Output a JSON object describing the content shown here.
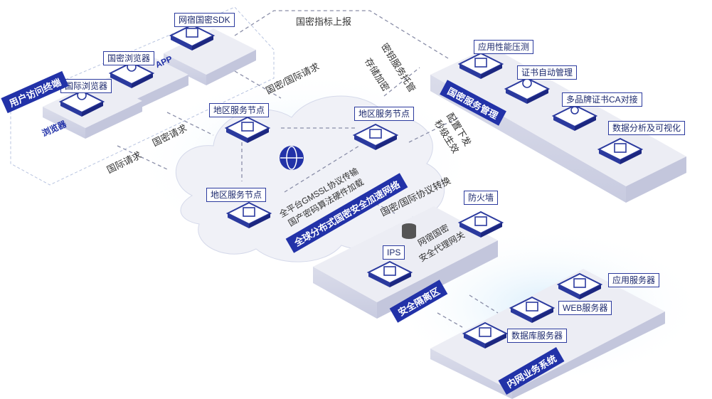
{
  "top_label": "国密指标上报",
  "terminal": {
    "band": "用户访问终端",
    "browser_tag": "浏览器",
    "app_tag": "APP",
    "sdk": "网宿国密SDK",
    "gm_browser": "国密浏览器",
    "intl_browser": "国际浏览器"
  },
  "flows": {
    "gm_intl_request": "国密/国际请求",
    "gm_request": "国密请求",
    "intl_request": "国际请求",
    "key_service": "密钥服务托管",
    "secure_storage": "存储加密",
    "config_deliver": "配置下发",
    "second_effective": "秒级生效",
    "protocol_convert": "国密/国际协议转换"
  },
  "network": {
    "node1": "地区服务节点",
    "node2": "地区服务节点",
    "node3": "地区服务节点",
    "line1": "全平台GMSSL协议传输",
    "line2": "国产密码算法硬件加载",
    "band": "全球分布式国密安全加速网络"
  },
  "management": {
    "band": "国密服务管理",
    "items": [
      "应用性能压测",
      "证书自动管理",
      "多品牌证书CA对接",
      "数据分析及可视化"
    ]
  },
  "security": {
    "band": "安全隔离区",
    "firewall": "防火墙",
    "ips": "IPS",
    "gateway_line1": "网宿国密",
    "gateway_line2": "安全代理网关"
  },
  "intranet": {
    "band": "内网业务系统",
    "app_server": "应用服务器",
    "web_server": "WEB服务器",
    "db_server": "数据库服务器"
  },
  "colors": {
    "accent": "#2232a8",
    "platform": "#ecedf4",
    "outline": "#2b3a9e"
  }
}
